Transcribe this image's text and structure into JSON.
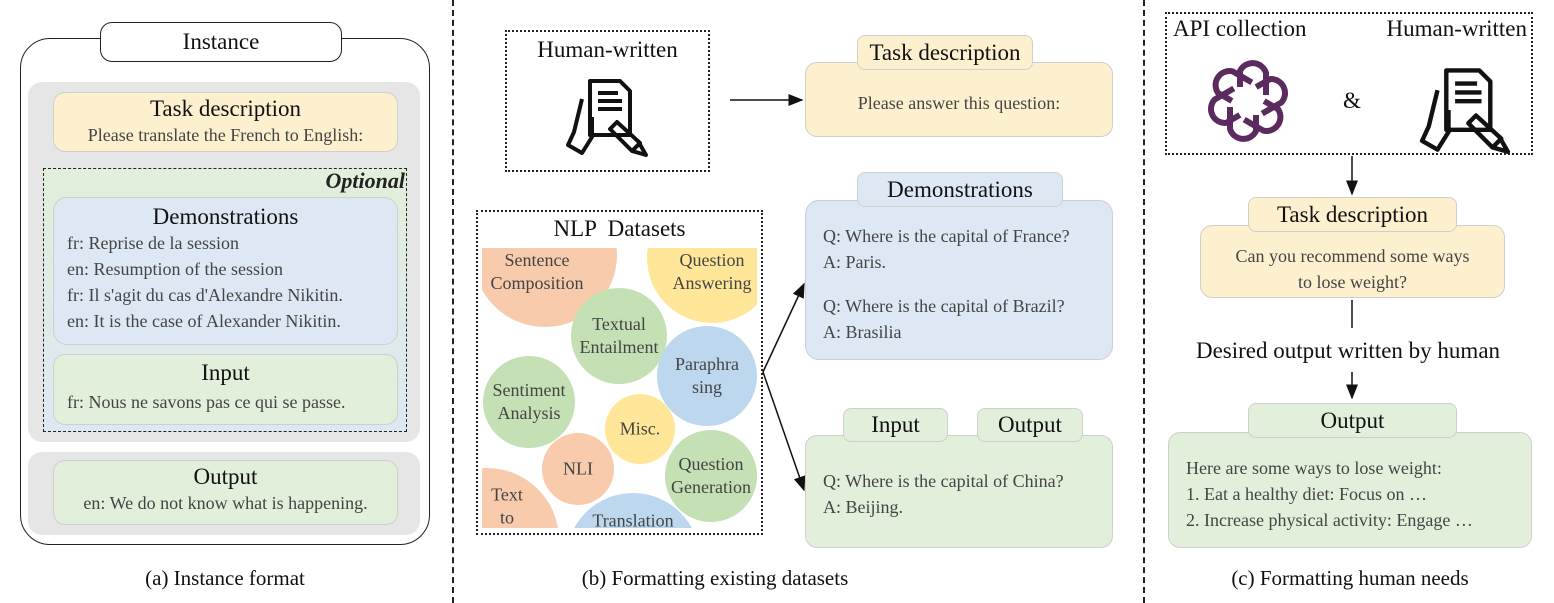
{
  "panel_a": {
    "instance_label": "Instance",
    "task_title": "Task description",
    "task_text": "Please translate the French to English:",
    "optional_label": "Optional",
    "demo_title": "Demonstrations",
    "demo_lines": [
      "fr: Reprise de la session",
      "en: Resumption of the session",
      "fr: Il s'agit du cas d'Alexandre Nikitin.",
      "en: It is the case of Alexander Nikitin."
    ],
    "input_title": "Input",
    "input_text": "fr: Nous ne savons pas ce qui se passe.",
    "output_title": "Output",
    "output_text": "en: We do not know what is happening.",
    "caption": "(a) Instance format"
  },
  "panel_b": {
    "human_written": "Human-written",
    "task_title": "Task description",
    "task_text": "Please answer this question:",
    "nlp_title": "NLP  Datasets",
    "datasets": [
      {
        "label": "Sentence\nComposition",
        "color": "#f8cbad"
      },
      {
        "label": "Question\nAnswering",
        "color": "#ffe699"
      },
      {
        "label": "Textual\nEntailment",
        "color": "#c5e0b4"
      },
      {
        "label": "Paraphra\nsing",
        "color": "#bdd7ee"
      },
      {
        "label": "Sentiment\nAnalysis",
        "color": "#c5e0b4"
      },
      {
        "label": "Misc.",
        "color": "#ffe699"
      },
      {
        "label": "NLI",
        "color": "#f8cbad"
      },
      {
        "label": "Question\nGeneration",
        "color": "#c5e0b4"
      },
      {
        "label": "Text\nto\nCode",
        "color": "#f8cbad"
      },
      {
        "label": "Translation",
        "color": "#bdd7ee"
      }
    ],
    "demo_title": "Demonstrations",
    "demo_lines": [
      "Q: Where is the capital of France?",
      "A: Paris.",
      "",
      "Q: Where is the capital of Brazil?",
      "A: Brasilia"
    ],
    "input_title": "Input",
    "output_title": "Output",
    "io_lines": [
      "Q: Where is the capital of China?",
      "A: Beijing."
    ],
    "caption": "(b) Formatting existing datasets"
  },
  "panel_c": {
    "api_label": "API collection",
    "amp": "&",
    "human_written": "Human-written",
    "task_title": "Task description",
    "task_lines": [
      "Can you recommend some ways",
      "to lose weight?"
    ],
    "desired": "Desired output written by human",
    "output_title": "Output",
    "output_lines": [
      "Here are some ways to lose weight:",
      "1. Eat a healthy diet: Focus on …",
      "2. Increase physical activity: Engage …"
    ],
    "caption": "(c) Formatting human needs"
  },
  "colors": {
    "logo": "#5b2a5e",
    "yellow": "#fdf0cf",
    "green": "#e2efda",
    "blue": "#dde8f4",
    "gray": "#e6e6e6"
  }
}
